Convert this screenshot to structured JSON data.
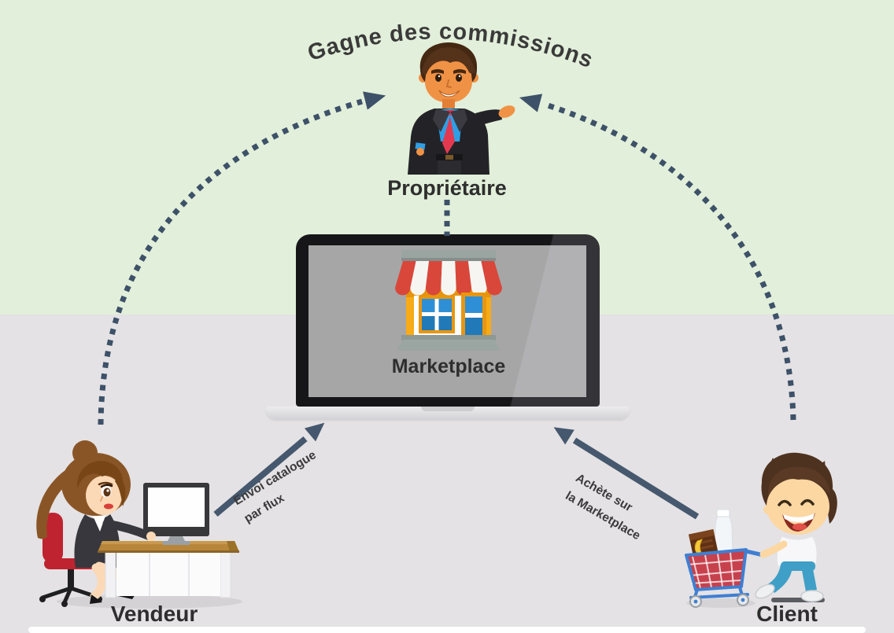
{
  "title": {
    "text": "Gagne des commissions"
  },
  "nodes": {
    "proprietaire": {
      "label": "Propriétaire"
    },
    "marketplace": {
      "label": "Marketplace"
    },
    "vendeur": {
      "label": "Vendeur"
    },
    "client": {
      "label": "Client"
    }
  },
  "edges": {
    "vendeur_to_marketplace": {
      "from": "Vendeur",
      "to": "Marketplace",
      "style": "solid",
      "line1": "Envoi catalogue",
      "line2": "par flux"
    },
    "client_to_marketplace": {
      "from": "Client",
      "to": "Marketplace",
      "style": "solid",
      "line1": "Achète sur",
      "line2": "la Marketplace"
    },
    "vendeur_to_proprietaire": {
      "from": "Vendeur",
      "to": "Propriétaire",
      "style": "dotted"
    },
    "client_to_proprietaire": {
      "from": "Client",
      "to": "Propriétaire",
      "style": "dotted"
    },
    "marketplace_to_proprietaire": {
      "from": "Marketplace",
      "to": "Propriétaire",
      "style": "dotted"
    }
  },
  "colors": {
    "background_top": "#e2efda",
    "background_bottom": "#e4e2e4",
    "arrow": "#3f5268",
    "title_text": "#3a3a3a",
    "label_text": "#2e2e2e",
    "store_red": "#d9473a",
    "store_yellow": "#f6ab17",
    "store_blue": "#2f8fd6"
  }
}
